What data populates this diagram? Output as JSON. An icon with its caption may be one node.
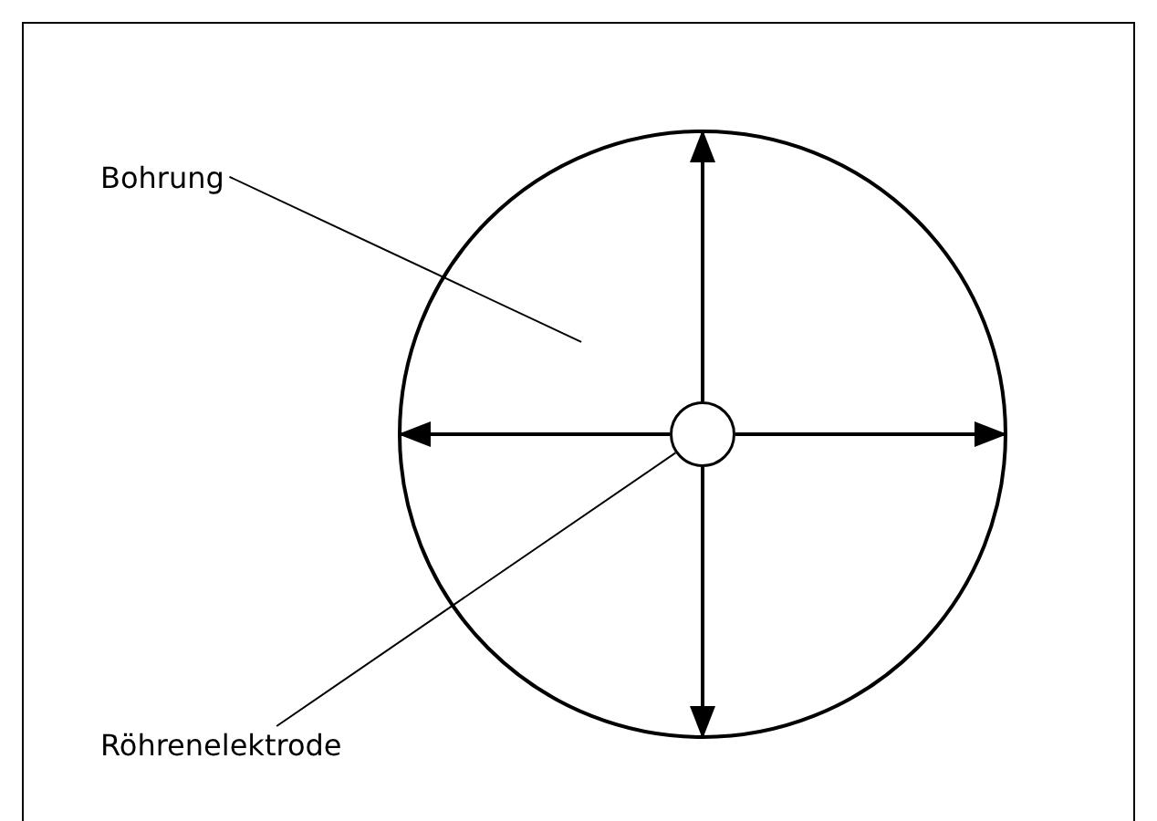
{
  "diagram": {
    "nodes": [
      {
        "text": [],
        "shape": "circle"
      },
      {
        "text": [],
        "shape": "circle",
        "in": 0
      },
      {
        "text": [
          "Bohrung"
        ]
      },
      {
        "text": [
          "Röhrenelektrode"
        ]
      }
    ],
    "edges": [
      {
        "from": 1,
        "to": 0,
        "arrow": "to"
      },
      {
        "from": 1,
        "to": 0,
        "arrow": "to"
      },
      {
        "from": 1,
        "to": 0,
        "arrow": "to"
      },
      {
        "from": 1,
        "to": 0,
        "arrow": "to"
      },
      {
        "from": 2,
        "to": 0,
        "arrow": "none"
      },
      {
        "from": 3,
        "to": 1,
        "arrow": "none"
      }
    ]
  }
}
